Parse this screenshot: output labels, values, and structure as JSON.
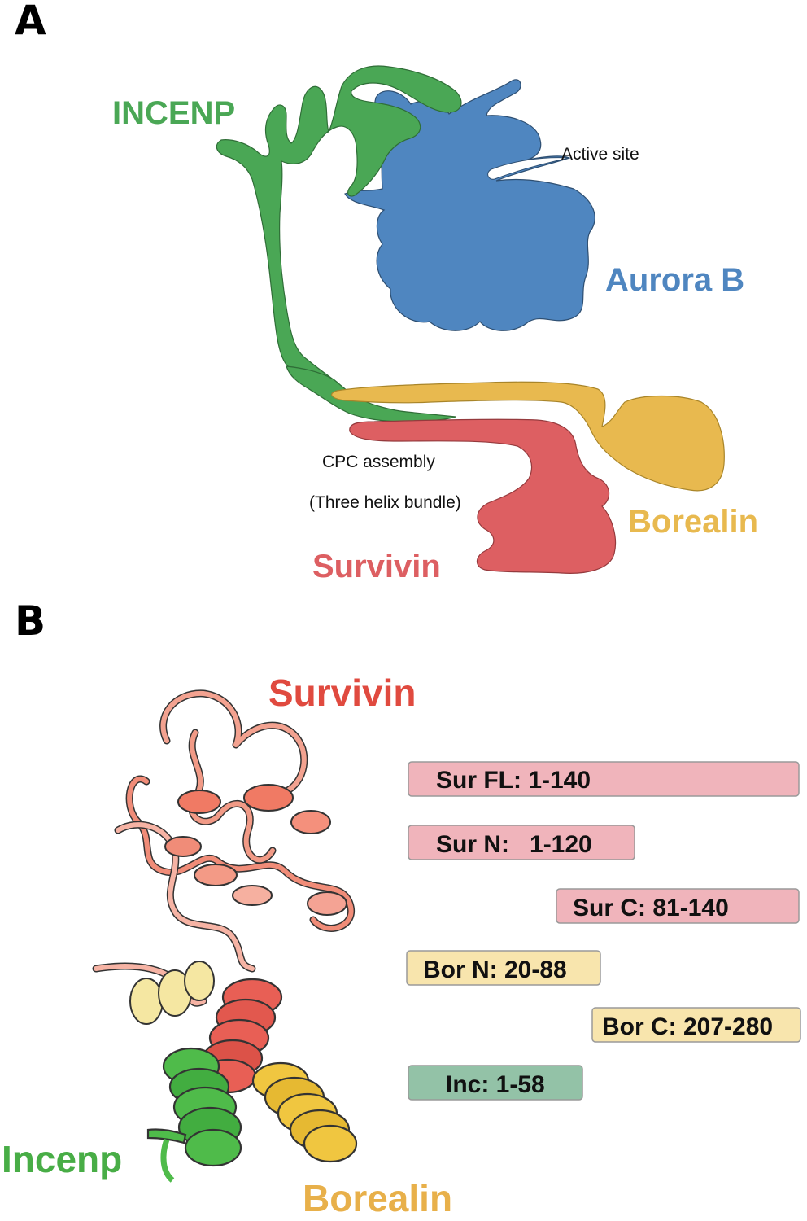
{
  "panel_a": {
    "letter": "A",
    "labels": {
      "incenp": "INCENP",
      "aurora_b": "Aurora B",
      "active_site": "Active site",
      "borealin": "Borealin",
      "survivin": "Survivin",
      "cpc_assembly": "CPC assembly",
      "three_helix_bundle": "(Three helix bundle)"
    }
  },
  "panel_b": {
    "letter": "B",
    "labels": {
      "survivin": "Survivin",
      "incenp": "Incenp",
      "borealin": "Borealin"
    },
    "constructs": [
      {
        "label": "Sur FL: 1-140"
      },
      {
        "label": "Sur N:   1-120"
      },
      {
        "label": "Sur C: 81-140"
      },
      {
        "label": "Bor N: 20-88"
      },
      {
        "label": "Bor C: 207-280"
      },
      {
        "label": "Inc: 1-58"
      }
    ]
  },
  "colors": {
    "incenp": "#4aa755",
    "aurora_b": "#4f86c0",
    "borealin": "#e8b94f",
    "survivin": "#dd5f62",
    "survivin_light": "#f09a88",
    "survivin_bar": "#f0b4bb",
    "borealin_bar": "#f8e5ad",
    "incenp_bar": "#93c2a7"
  }
}
